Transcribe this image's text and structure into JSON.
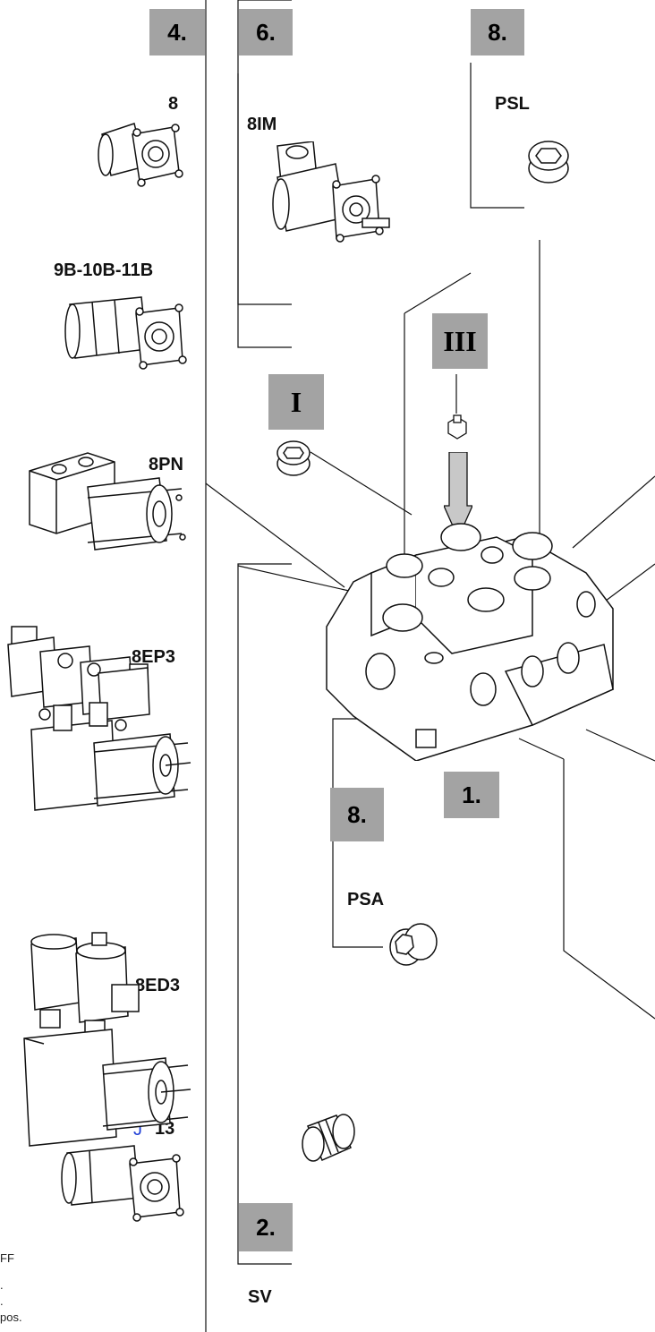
{
  "badges": {
    "b4": "4.",
    "b6": "6.",
    "b8_top": "8.",
    "b8_mid": "8.",
    "b1": "1.",
    "b2": "2.",
    "r3": "III",
    "r1": "I"
  },
  "labels": {
    "l8": "8",
    "l9b": "9B-10B-11B",
    "l8pn": "8PN",
    "l8ep3": "8EP3",
    "l8ed3": "8ED3",
    "l13": "13",
    "l13_mark": "J",
    "l8im": "8IM",
    "lpsl": "PSL",
    "lpsa": "PSA",
    "lsv": "SV"
  },
  "notes": {
    "n1": "FF",
    "n2": ".",
    "n3": ".",
    "n4": "pos."
  },
  "colors": {
    "badge_bg": "#a3a3a3",
    "line": "#111111",
    "arrow_fill": "#c8c8c8",
    "mark_blue": "#1f3fd6"
  }
}
